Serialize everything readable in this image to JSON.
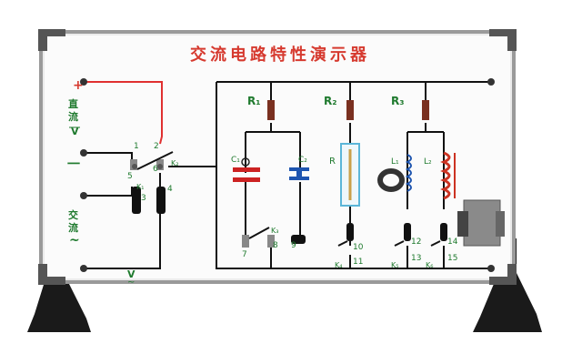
{
  "board": {
    "title": "交流电路特性演示器",
    "colors": {
      "title": "#d63a2f",
      "label_green": "#1f7a2e",
      "wire": "#111111",
      "wire_red": "#e03030",
      "frame": "#8c8c8c"
    }
  },
  "left_panel": {
    "dc_plus": "+",
    "dc_label_1": "直",
    "dc_label_2": "流",
    "dc_symbol": "V",
    "minus": "一",
    "ac_label_1": "交",
    "ac_label_2": "流",
    "ac_symbol": "~",
    "bottom_v": "V",
    "terminals": [
      "1",
      "2",
      "3",
      "4",
      "5",
      "6"
    ],
    "switch_k1": "K₁",
    "switch_k2": "K₂"
  },
  "circuit": {
    "r1": "R₁",
    "r2": "R₂",
    "r3": "R₃",
    "c1": "C₁",
    "c2": "C₂",
    "r": "R",
    "l1": "L₁",
    "l2": "L₂",
    "k3": "K₃",
    "k4": "K₄",
    "k5": "K₅",
    "k6": "K₆",
    "terminals": [
      "7",
      "8",
      "9",
      "10",
      "11",
      "12",
      "13",
      "14",
      "15"
    ]
  }
}
